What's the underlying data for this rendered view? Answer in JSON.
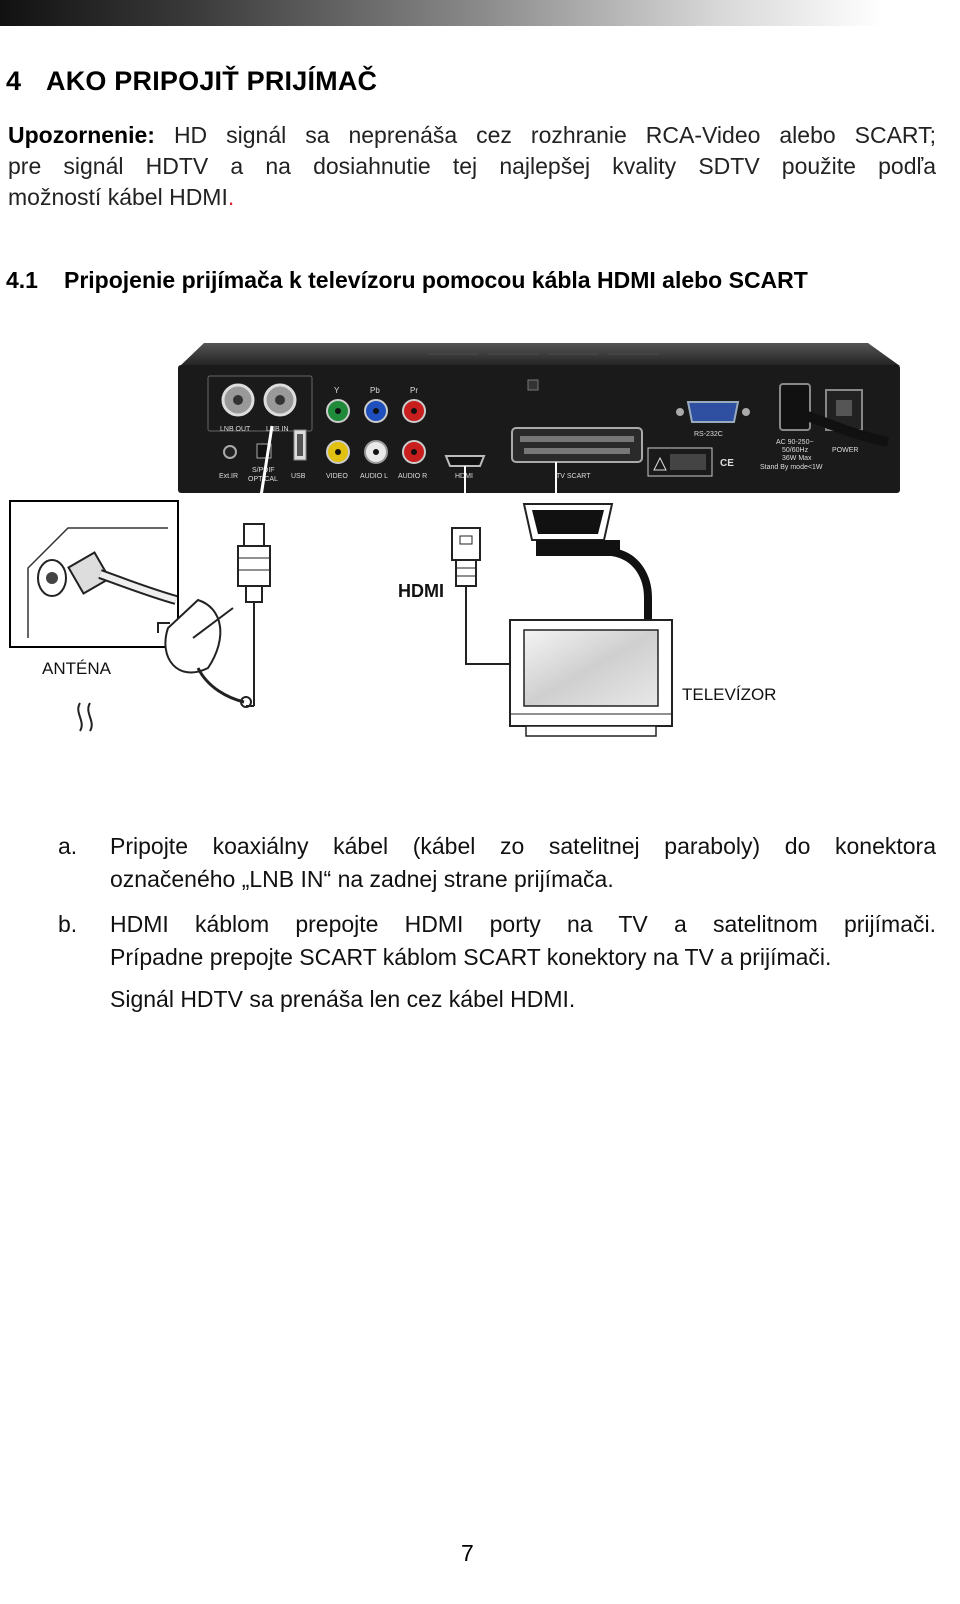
{
  "header": {
    "section_number": "4",
    "section_title": "AKO PRIPOJIŤ PRIJÍMAČ"
  },
  "notice": {
    "label": "Upozornenie:",
    "line1": "HD signál sa neprenáša cez rozhranie RCA-Video alebo SCART;",
    "line2": "pre signál HDTV a na dosiahnutie tej najlepšej kvality SDTV použite podľa",
    "line3": "možností kábel HDMI",
    "line3_end": "."
  },
  "subsection": {
    "number": "4.1",
    "title": "Pripojenie prijímača k televízoru pomocou kábla HDMI alebo SCART"
  },
  "figure": {
    "port_labels": {
      "lnb_out": "LNB OUT",
      "lnb_in": "LNB IN",
      "y": "Y",
      "pb": "Pb",
      "pr": "Pr",
      "ext_ir": "Ext.IR",
      "spdif_1": "S/PDIF",
      "spdif_2": "OPTICAL",
      "usb": "USB",
      "video": "VIDEO",
      "audio_l": "AUDIO L",
      "audio_r": "AUDIO R",
      "hdmi": "HDMI",
      "tv_scart": "TV SCART",
      "rs232": "RS-232C",
      "ac_1": "AC 90-250~",
      "ac_2": "50/60Hz",
      "ac_3": "36W Max",
      "ac_4": "Stand By mode<1W",
      "power": "POWER"
    },
    "hdmi_label": "HDMI",
    "antenna_label": "ANTÉNA",
    "tv_label": "TELEVÍZOR",
    "colors": {
      "receiver_body": "#1a1a1a",
      "green_jack": "#1f8a3a",
      "blue_jack": "#1f4fbf",
      "red_jack": "#c81e1e",
      "yellow_jack": "#e0c010",
      "white_jack": "#e8e8e8",
      "rs232_port": "#2f4fa0"
    }
  },
  "instructions": {
    "a_marker": "a.",
    "a_line1": "Pripojte koaxiálny kábel (kábel zo satelitnej paraboly) do konektora",
    "a_line2": "označeného „LNB IN“ na zadnej strane prijímača.",
    "b_marker": "b.",
    "b_line1": "HDMI káblom prepojte HDMI porty na TV a satelitnom prijímači.",
    "b_line2": "Prípadne prepojte SCART káblom SCART konektory na TV a prijímači.",
    "extra": "Signál HDTV sa prenáša len cez kábel HDMI."
  },
  "page_number": "7"
}
